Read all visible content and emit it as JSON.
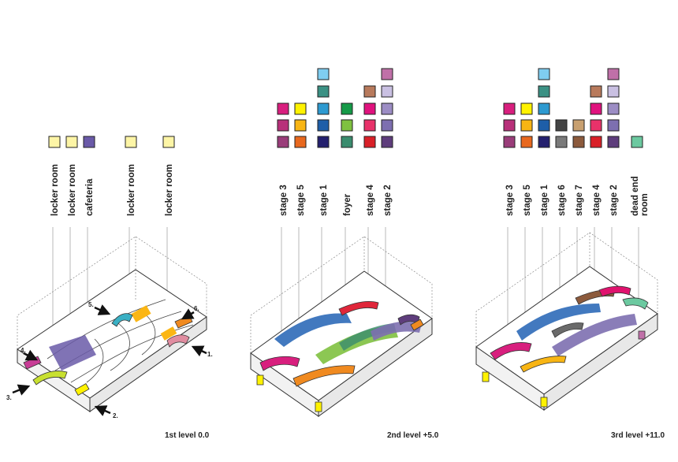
{
  "panels": [
    {
      "caption": "1st level 0.0",
      "labels": [
        "locker room",
        "locker room",
        "cafeteria",
        "locker room",
        "locker room"
      ],
      "swatches": [
        [
          "#fdf5a6"
        ],
        [
          "#fdf5a6"
        ],
        [
          "#6a5aa8"
        ],
        [
          "#fdf5a6"
        ],
        [
          "#fdf5a6"
        ]
      ],
      "markers": [
        "1.",
        "2.",
        "3.",
        "4.",
        "5.",
        "6."
      ]
    },
    {
      "caption": "2nd level +5.0",
      "labels": [
        "stage 3",
        "stage 5",
        "stage 1",
        "foyer",
        "stage 4",
        "stage 2"
      ],
      "swatches": [
        [
          "#9a3d7a",
          "#b8307a",
          "#d81f7e"
        ],
        [
          "#e8681e",
          "#f8b514",
          "#fff200"
        ],
        [
          "#24206e",
          "#1e5ea8",
          "#2e9ad0",
          "#3b9184",
          "#7fcdf0"
        ],
        [
          "#3a8c6e",
          "#7fc140",
          "#159a48"
        ],
        [
          "#d92028",
          "#e8326a",
          "#e0127e",
          "#b87a5c"
        ],
        [
          "#5e3d7c",
          "#7d6fb0",
          "#9c8dc4",
          "#c9c0e2",
          "#c070a8"
        ]
      ]
    },
    {
      "caption": "3rd level +11.0",
      "labels": [
        "stage 3",
        "stage 5",
        "stage 1",
        "stage 6",
        "stage 7",
        "stage 4",
        "stage 2",
        "dead end",
        "room"
      ],
      "swatches": [
        [
          "#9a3d7a",
          "#b8307a",
          "#d81f7e"
        ],
        [
          "#e8681e",
          "#f8b514",
          "#fff200"
        ],
        [
          "#24206e",
          "#1e5ea8",
          "#2e9ad0",
          "#3b9184",
          "#7fcdf0"
        ],
        [
          "#7a7a7a",
          "#444444"
        ],
        [
          "#8c5a3c",
          "#c8a070"
        ],
        [
          "#d92028",
          "#e8326a",
          "#e0127e",
          "#b87a5c"
        ],
        [
          "#5e3d7c",
          "#7d6fb0",
          "#9c8dc4",
          "#c9c0e2",
          "#c070a8"
        ],
        [
          "#6cc9a0"
        ]
      ]
    }
  ]
}
